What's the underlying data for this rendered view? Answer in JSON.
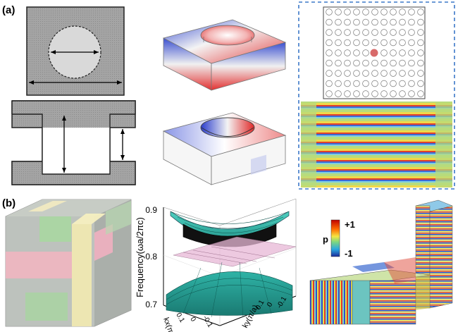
{
  "panels": {
    "a": {
      "label": "(a)"
    },
    "b": {
      "label": "(b)"
    }
  },
  "band_plot": {
    "zlabel": "Frequency(ωa/2πc)",
    "xlabel": "kx(π/a)",
    "ylabel": "ky(π/a)",
    "z_ticks": [
      "0.9",
      "0.8",
      "0.7"
    ],
    "x_ticks": [
      "0.1",
      "0",
      "-0.1"
    ],
    "y_ticks": [
      "0.1",
      "0",
      "-0.1"
    ]
  },
  "colorbar": {
    "symbol": "p",
    "max_label": "+1",
    "min_label": "-1"
  },
  "colors": {
    "unit_cell_gray": "#a8a8a8",
    "disk_gray": "#d9d9d9",
    "band_teal": "#2fb3a6",
    "flat_band_pink": "#e8b8d6",
    "dashed_frame": "#3c78c8"
  }
}
